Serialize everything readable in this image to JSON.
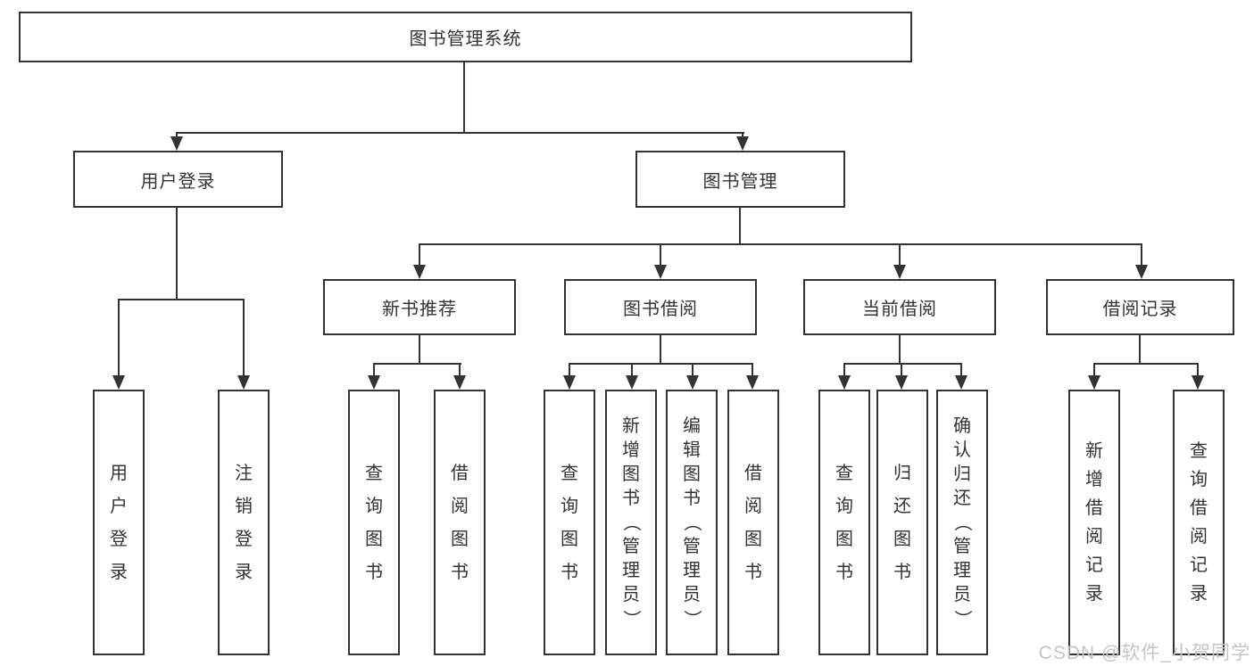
{
  "diagram": {
    "root": "图书管理系统",
    "branches": [
      {
        "label": "用户登录",
        "children": [
          "用户登录",
          "注销登录"
        ]
      },
      {
        "label": "图书管理",
        "children": [
          {
            "label": "新书推荐",
            "children": [
              "查询图书",
              "借阅图书"
            ]
          },
          {
            "label": "图书借阅",
            "children": [
              "查询图书",
              "新增图书（管理员）",
              "编辑图书（管理员）",
              "借阅图书"
            ]
          },
          {
            "label": "当前借阅",
            "children": [
              "查询图书",
              "归还图书",
              "确认归还（管理员）"
            ]
          },
          {
            "label": "借阅记录",
            "children": [
              "新增借阅记录",
              "查询借阅记录"
            ]
          }
        ]
      }
    ]
  },
  "colors": {
    "line": "#333333",
    "text": "#333333",
    "background": "#ffffff",
    "watermark_text": "#c6c4c9"
  },
  "watermark": "CSDN @软件_小贺同学"
}
